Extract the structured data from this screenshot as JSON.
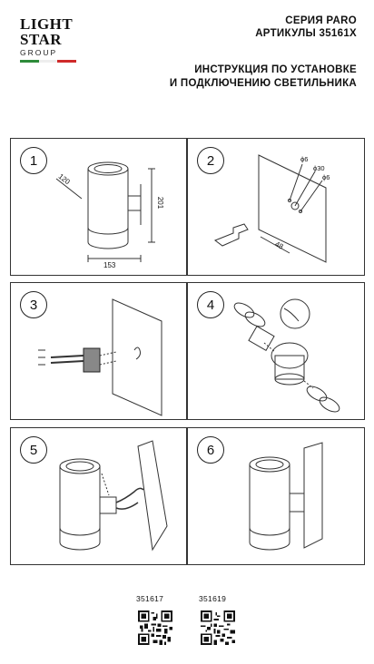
{
  "logo": {
    "line1": "LIGHT",
    "line2": "STAR",
    "line3": "GROUP",
    "flag_colors": [
      "#2e8b3a",
      "#ffffff",
      "#cf2a2a"
    ]
  },
  "header": {
    "series": "СЕРИЯ PARO",
    "articles": "АРТИКУЛЫ 35161X"
  },
  "title": {
    "line1": "ИНСТРУКЦИЯ ПО УСТАНОВКЕ",
    "line2": "И ПОДКЛЮЧЕНИЮ СВЕТИЛЬНИКА"
  },
  "steps": [
    {
      "number": "1",
      "dim_depth": "120",
      "dim_height": "201",
      "dim_width": "153"
    },
    {
      "number": "2",
      "label_d6a": "ϕ6",
      "label_d30": "ϕ30",
      "label_d6b": "ϕ6",
      "dim_spacing": "48"
    },
    {
      "number": "3"
    },
    {
      "number": "4"
    },
    {
      "number": "5"
    },
    {
      "number": "6"
    }
  ],
  "article_codes": [
    "351617",
    "351619"
  ]
}
